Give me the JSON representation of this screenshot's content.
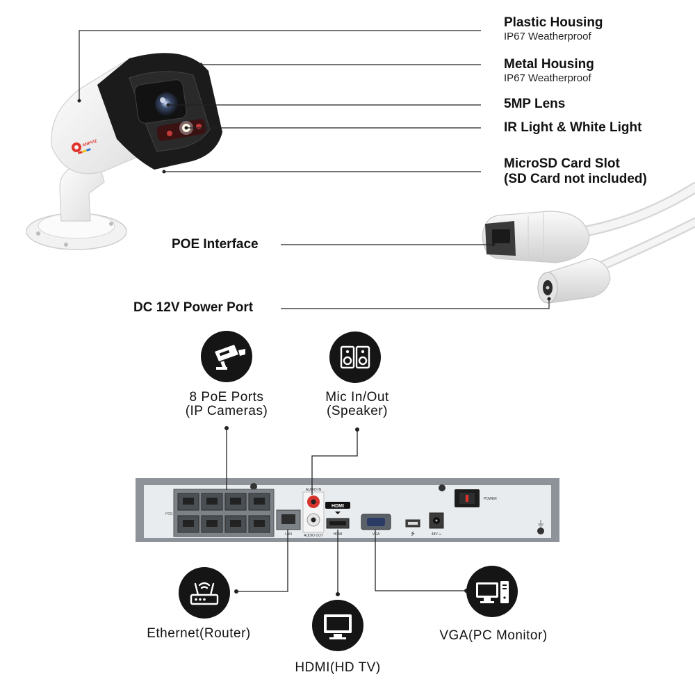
{
  "camera_callouts": [
    {
      "title": "Plastic Housing",
      "subtitle": "IP67 Weatherproof",
      "icon": "plastic-housing"
    },
    {
      "title": "Metal Housing",
      "subtitle": "IP67 Weatherproof",
      "icon": "metal-housing"
    },
    {
      "title": "5MP Lens",
      "icon": "lens"
    },
    {
      "title": "IR Light & White Light",
      "icon": "ir-white-light"
    },
    {
      "title": "MicroSD Card Slot",
      "subtitle": "(SD Card not included)",
      "icon": "microsd-slot"
    }
  ],
  "cable_callouts": {
    "poe": "POE Interface",
    "dc": "DC 12V Power Port"
  },
  "brand_logo_text": "ANPVIZ",
  "nvr": {
    "labels": {
      "poe": "POE",
      "lan": "LAN",
      "audio_in": "AUDIO IN",
      "audio_out": "AUDIO OUT",
      "hdmi_logo": "HDMI",
      "hdmi": "HDMI",
      "vga": "VGA",
      "usb": "⭍",
      "dc": "48V ⎓",
      "power": "POWER"
    }
  },
  "connections": {
    "poe_ports": {
      "line1": "8 PoE Ports",
      "line2": "(IP Cameras)",
      "icon": "cctv-camera-icon"
    },
    "mic": {
      "line1": "Mic In/Out",
      "line2": "(Speaker)",
      "icon": "speaker-icon"
    },
    "ethernet": {
      "label": "Ethernet(Router)",
      "icon": "router-icon"
    },
    "hdmi": {
      "label": "HDMI(HD TV)",
      "icon": "tv-icon"
    },
    "vga": {
      "label": "VGA(PC Monitor)",
      "icon": "pc-monitor-icon"
    }
  },
  "colors": {
    "icon_bg": "#151515",
    "nvr_frame": "#8d9399",
    "nvr_panel": "#e8ecef",
    "line": "#222222",
    "camera_body": "#f4f4f4",
    "camera_visor": "#1b1b1b",
    "logo_red": "#e0342b",
    "logo_blue": "#2a6fd1",
    "logo_yellow": "#f2c21b"
  }
}
